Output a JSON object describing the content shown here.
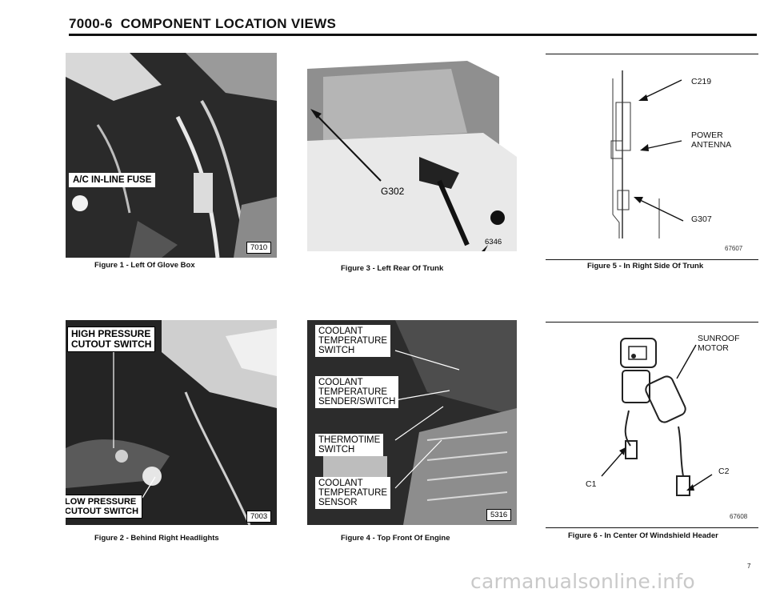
{
  "header": {
    "section_number": "7000-6",
    "title": "COMPONENT LOCATION VIEWS"
  },
  "figures": [
    {
      "caption": "Figure 1 - Left Of Glove Box",
      "labels": [
        "A/C IN-LINE FUSE"
      ],
      "code": "7010"
    },
    {
      "caption": "Figure 2 - Behind Right Headlights",
      "labels": [
        "HIGH PRESSURE\nCUTOUT SWITCH",
        "LOW PRESSURE\nCUTOUT SWITCH"
      ],
      "code": "7003"
    },
    {
      "caption": "Figure 3 - Left Rear Of Trunk",
      "labels": [
        "G302"
      ],
      "code": "6346"
    },
    {
      "caption": "Figure 4 - Top Front Of Engine",
      "labels": [
        "COOLANT\nTEMPERATURE\nSWITCH",
        "COOLANT\nTEMPERATURE\nSENDER/SWITCH",
        "THERMOTIME\nSWITCH",
        "COOLANT\nTEMPERATURE\nSENSOR"
      ],
      "code": "5316"
    },
    {
      "caption": "Figure 5 - In Right Side Of Trunk",
      "labels": [
        "C219",
        "POWER\nANTENNA",
        "G307"
      ],
      "code": "67607"
    },
    {
      "caption": "Figure 6 - In Center Of Windshield Header",
      "labels": [
        "SUNROOF\nMOTOR",
        "C1",
        "C2"
      ],
      "code": "67608"
    }
  ],
  "page_number": "7",
  "watermark": "carmanualsonline.info"
}
